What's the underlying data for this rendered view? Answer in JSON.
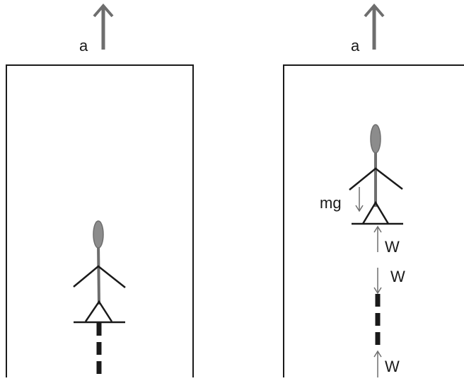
{
  "panels": [
    {
      "id": "left",
      "labels": {
        "acceleration": "a"
      }
    },
    {
      "id": "right",
      "labels": {
        "acceleration": "a",
        "weight_force": "mg",
        "force_w_up_upper": "W",
        "force_w_down": "W",
        "force_w_up_lower": "W"
      }
    }
  ],
  "colors": {
    "frame": "#1a1a1a",
    "arrow": "#6e6e6e",
    "figure_head": "#8c8c8c",
    "figure_body": "#6e6e6e",
    "limbs": "#1a1a1a",
    "cable": "#1a1a1a"
  }
}
